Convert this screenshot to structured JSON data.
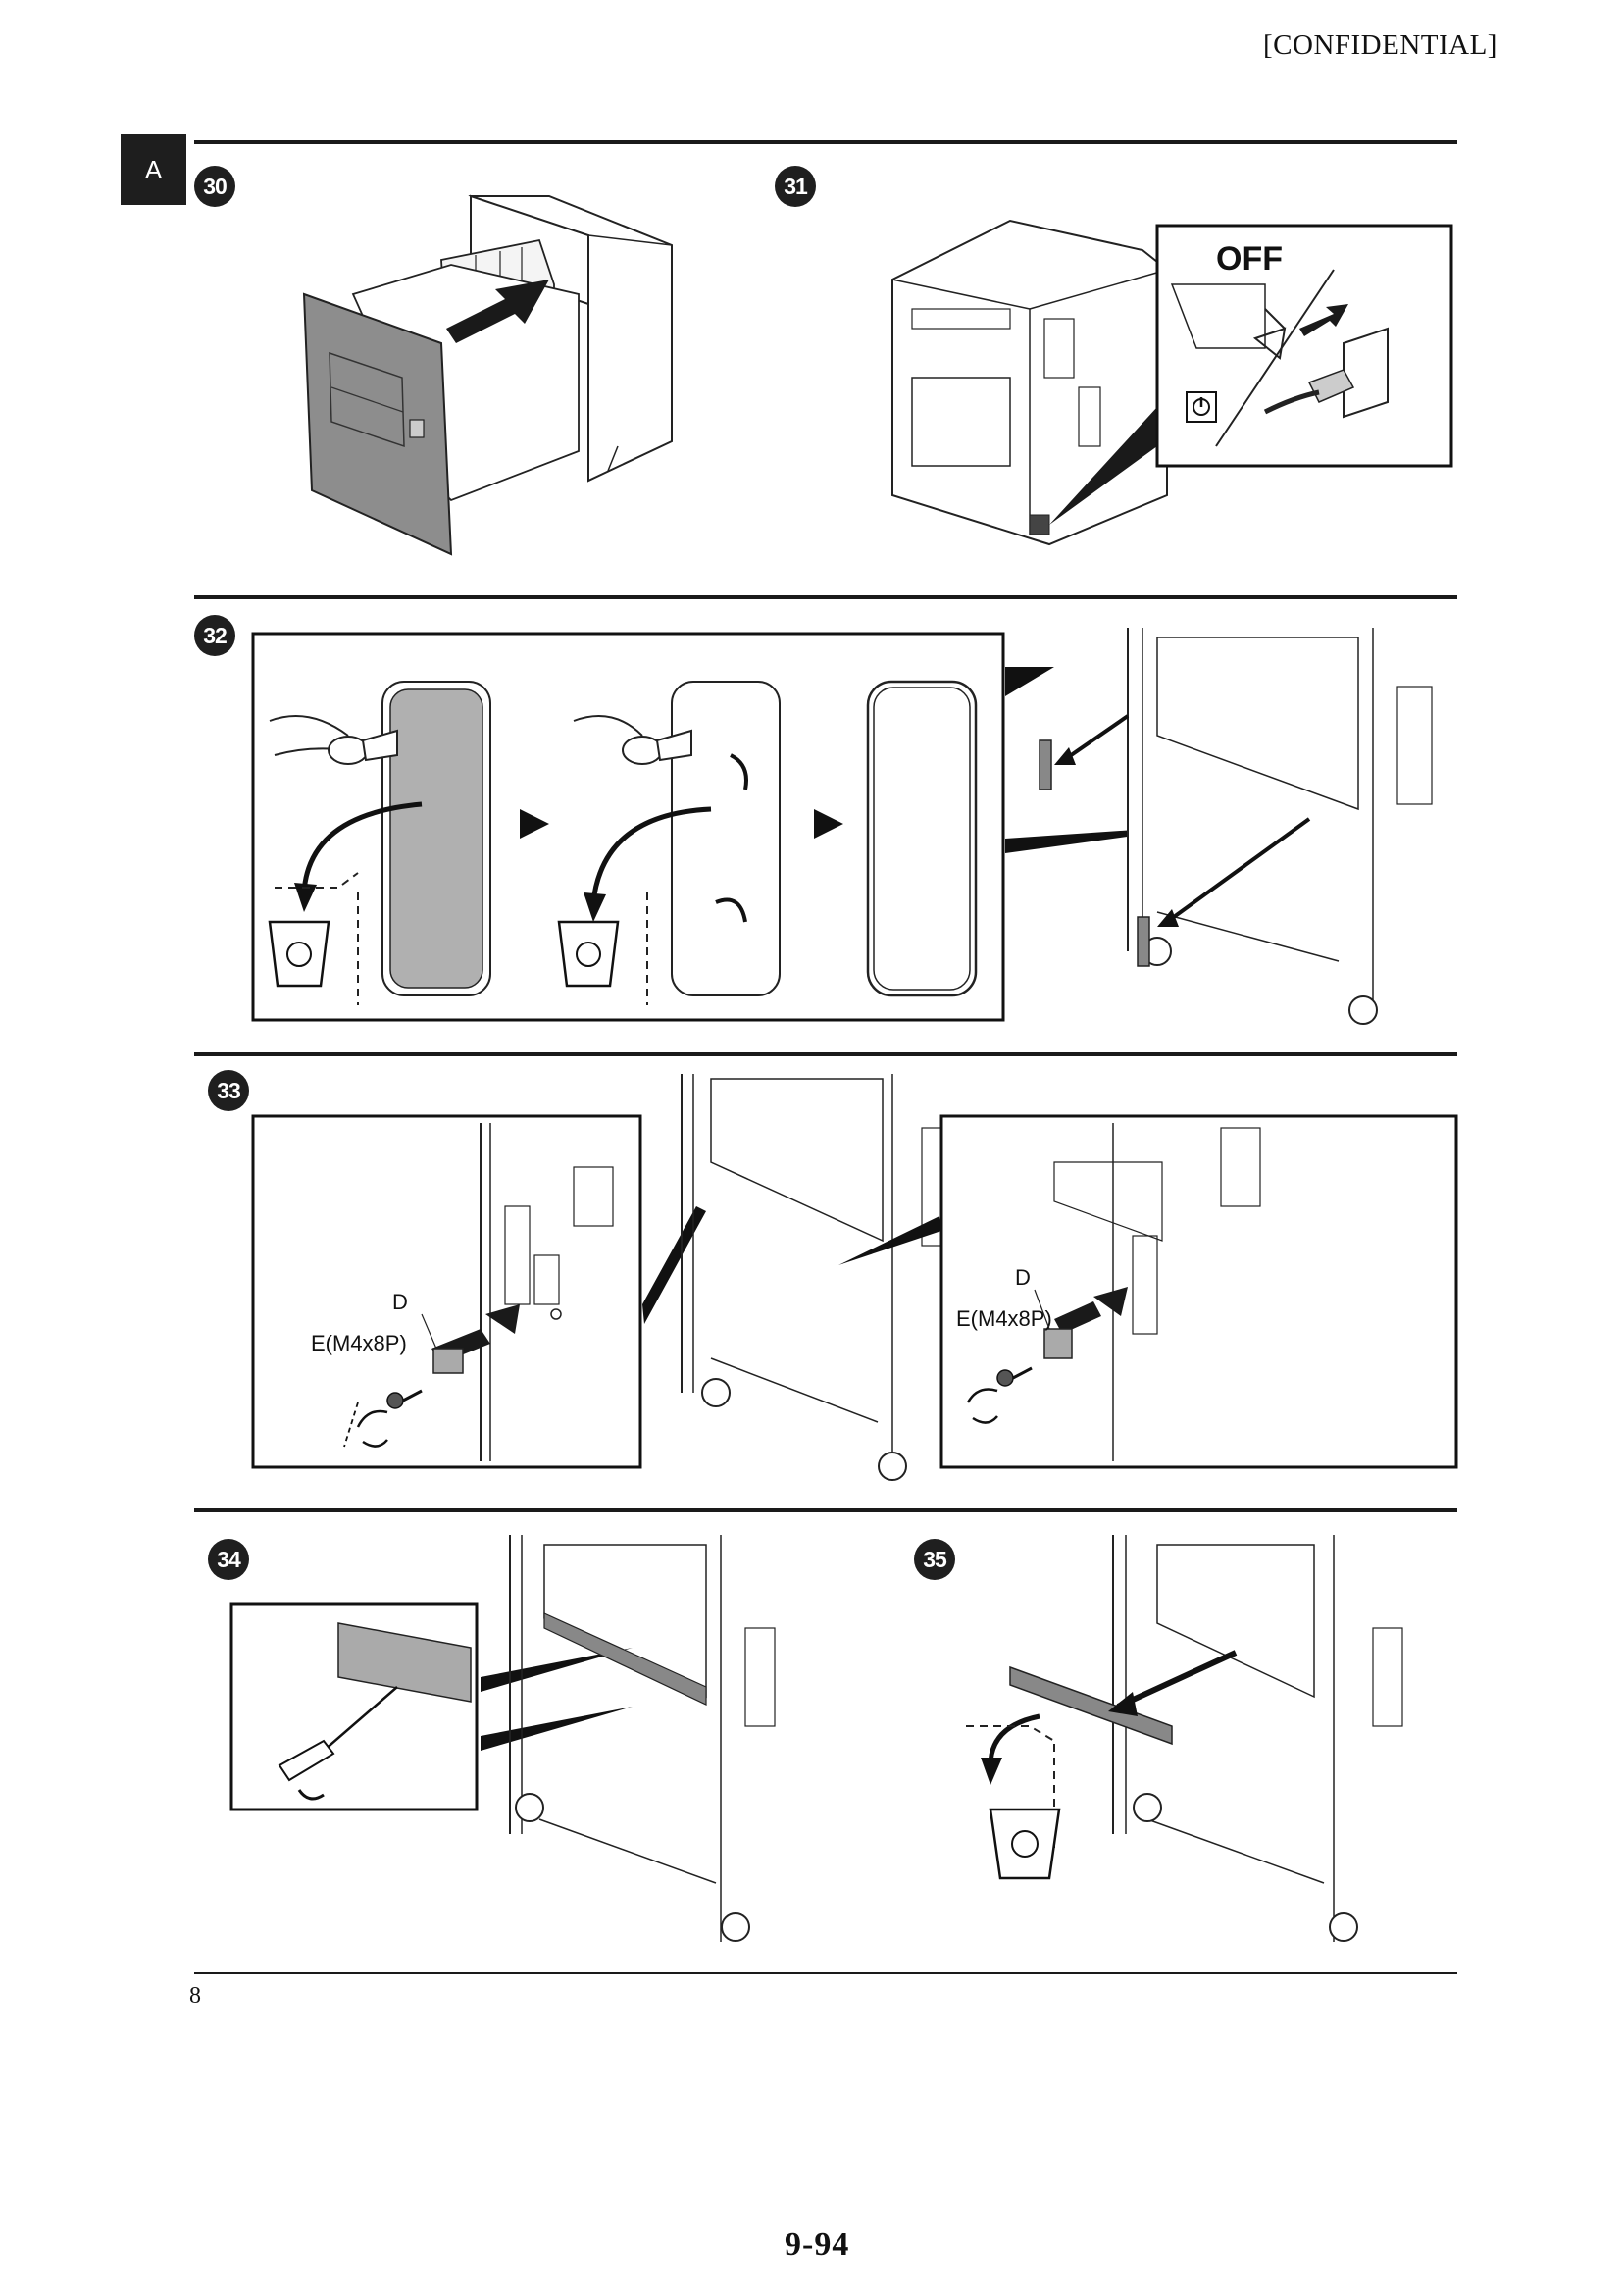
{
  "header": {
    "confidential": "[CONFIDENTIAL]",
    "section_tab": "A"
  },
  "steps": [
    {
      "number": "30"
    },
    {
      "number": "31",
      "off_label": "OFF",
      "power_icon": "power-icon"
    },
    {
      "number": "32",
      "icons": [
        "nippers-icon",
        "recycle-bin-icon",
        "arrow-right-triangle-icon"
      ]
    },
    {
      "number": "33",
      "labels": {
        "part_d": "D",
        "screw_e": "E(M4x8P)"
      }
    },
    {
      "number": "34",
      "icons": [
        "screwdriver-icon"
      ]
    },
    {
      "number": "35",
      "icons": [
        "recycle-bin-icon"
      ]
    }
  ],
  "footer": {
    "note_number": "8",
    "page_number": "9-94"
  }
}
